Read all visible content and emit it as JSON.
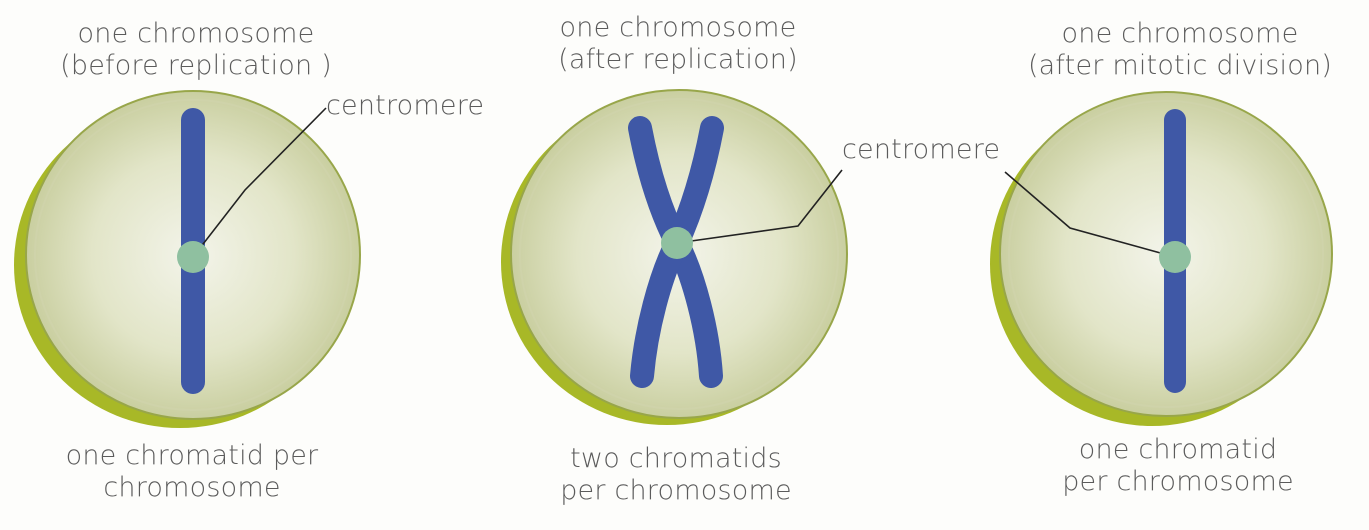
{
  "panels": [
    {
      "title_line1": "one chromosome",
      "title_line2": "(before replication )",
      "centromere_label": "centromere",
      "caption_line1": "one chromatid per",
      "caption_line2": "chromosome"
    },
    {
      "title_line1": "one chromosome",
      "title_line2": "(after replication)",
      "centromere_label": "centromere",
      "caption_line1": "two chromatids",
      "caption_line2": "per chromosome"
    },
    {
      "title_line1": "one chromosome",
      "title_line2": "(after mitotic division)",
      "caption_line1": "one chromatid",
      "caption_line2": "per chromosome"
    }
  ],
  "colors": {
    "cell_fill_center": "#f2f3e6",
    "cell_fill_edge": "#c5cb98",
    "cell_shadow": "#a7b726",
    "cell_outline": "#8f9f2a",
    "chromatid": "#3f58a6",
    "centromere": "#8fc0a0",
    "text": "#5b5b5b",
    "leader_line": "#222222"
  }
}
